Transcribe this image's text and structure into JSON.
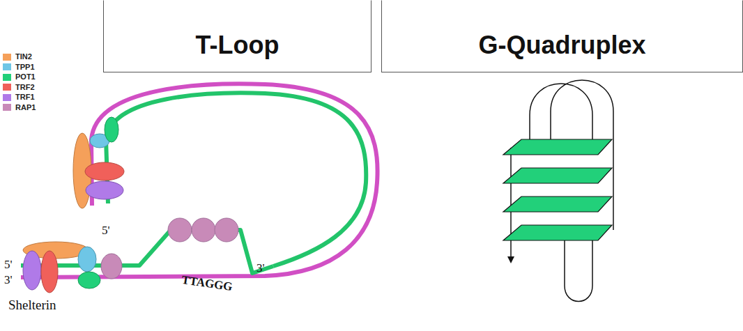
{
  "diagram": {
    "nodes": [
      {
        "text": [
          "T-Loop"
        ]
      },
      {
        "text": [
          "G-Quadruplex"
        ]
      }
    ],
    "labels": [
      "5'",
      "5'",
      "3'",
      "TTAGGG",
      "3'",
      "Shelterin"
    ],
    "legend": [
      {
        "text": "TIN2",
        "color": "#f5a05a"
      },
      {
        "text": "TPP1",
        "color": "#6ec6e6"
      },
      {
        "text": "POT1",
        "color": "#22d07a"
      },
      {
        "text": "TRF2",
        "color": "#f0605a"
      },
      {
        "text": "TRF1",
        "color": "#b07ae8"
      },
      {
        "text": "RAP1",
        "color": "#c88ab8"
      }
    ]
  }
}
